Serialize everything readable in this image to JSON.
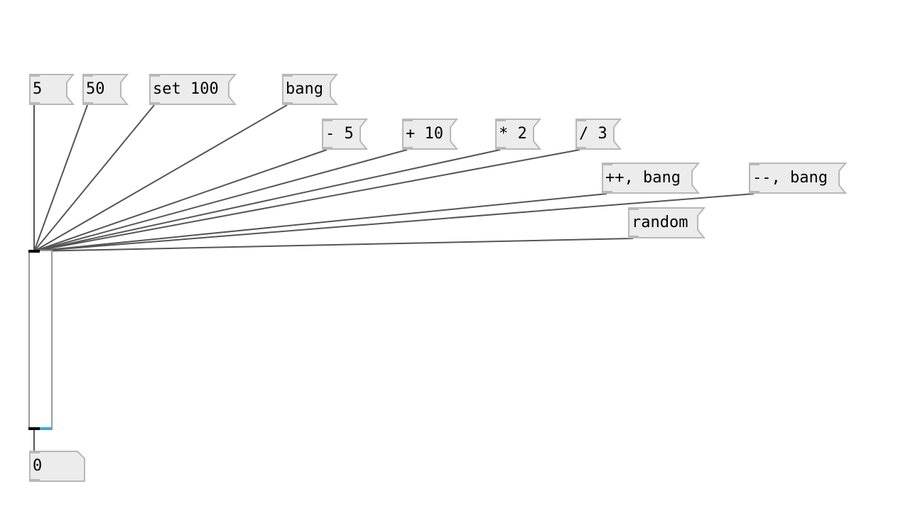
{
  "patch": {
    "message_boxes": [
      {
        "id": "msg-5",
        "label": "5"
      },
      {
        "id": "msg-50",
        "label": "50"
      },
      {
        "id": "msg-set-100",
        "label": "set 100"
      },
      {
        "id": "msg-bang",
        "label": "bang"
      },
      {
        "id": "msg-minus-5",
        "label": "- 5"
      },
      {
        "id": "msg-plus-10",
        "label": "+ 10"
      },
      {
        "id": "msg-times-2",
        "label": "* 2"
      },
      {
        "id": "msg-div-3",
        "label": "/ 3"
      },
      {
        "id": "msg-inc-bang",
        "label": "++, bang"
      },
      {
        "id": "msg-dec-bang",
        "label": "--, bang"
      },
      {
        "id": "msg-random",
        "label": "random"
      }
    ],
    "slider": {
      "value": 0
    },
    "number_box": {
      "value": "0"
    }
  },
  "colors": {
    "box_fill": "#ececec",
    "box_border": "#b8b8b8",
    "wire": "#555555",
    "slider_knob": "#3aa8d6"
  }
}
